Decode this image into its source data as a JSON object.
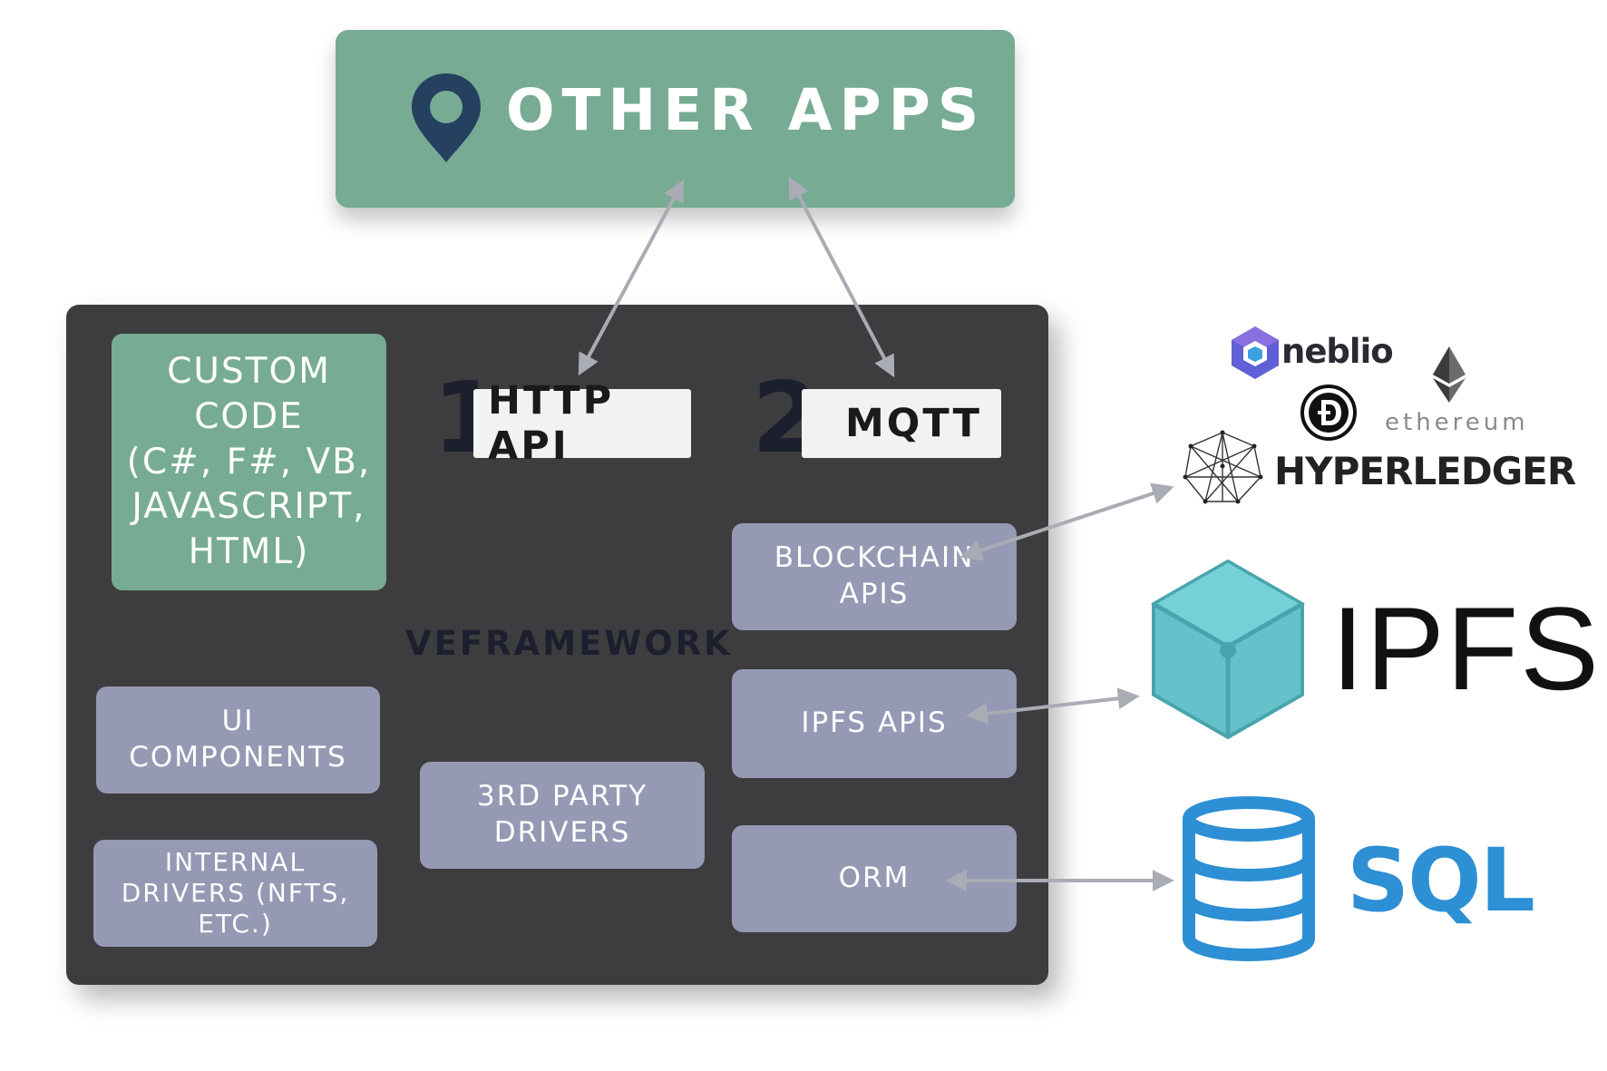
{
  "top": {
    "label": "OTHER APPS",
    "icon": "map-pin-icon"
  },
  "framework": {
    "label": "VEFRAMEWORK",
    "custom_code": "CUSTOM CODE\n(C#, F#, VB,\nJAVASCRIPT,\nHTML)",
    "http": {
      "number": "1",
      "label": "HTTP API"
    },
    "mqtt": {
      "number": "2",
      "label": "MQTT"
    },
    "blockchain_apis": "BLOCKCHAIN\nAPIS",
    "ipfs_apis": "IPFS APIS",
    "orm": "ORM",
    "ui_components": "UI\nCOMPONENTS",
    "third_party_drivers": "3RD PARTY\nDRIVERS",
    "internal_drivers": "INTERNAL\nDRIVERS (NFTS,\nETC.)"
  },
  "external": {
    "neblio": "neblio",
    "ethereum": "ethereum",
    "hyperledger": "HYPERLEDGER",
    "ipfs": "IPFS",
    "sql": "SQL"
  },
  "colors": {
    "green": "#77ab93",
    "dark": "#3d3d3f",
    "purple": "#9599b3",
    "arrow": "#a9acb4",
    "ipfs": "#65c2cb",
    "sql": "#2d8fd4",
    "neblio": "#5f5fd6"
  }
}
